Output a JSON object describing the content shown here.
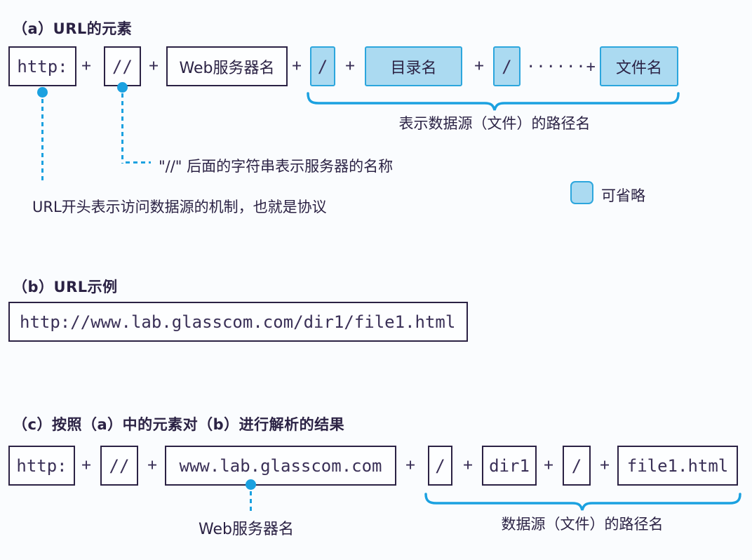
{
  "colors": {
    "background": "#fafcfe",
    "box_border": "#2b2244",
    "text": "#2b2244",
    "mono_text": "#3a3057",
    "accent_blue": "#1ba1e0",
    "optional_fill": "#abdaf1",
    "optional_border": "#2ca6dd"
  },
  "section_a": {
    "title": "（a）URL的元素",
    "plus": "+",
    "dots_plus": "······+",
    "boxes": {
      "scheme": "http:",
      "slashes": "//",
      "server": "Web服务器名",
      "slash1": "/",
      "dir": "目录名",
      "slash2": "/",
      "file": "文件名"
    },
    "path_brace_label": "表示数据源（文件）的路径名",
    "slashes_note": "\"//\" 后面的字符串表示服务器的名称",
    "scheme_note": "URL开头表示访问数据源的机制，也就是协议",
    "legend_label": "可省略"
  },
  "section_b": {
    "title": "（b）URL示例",
    "url": "http://www.lab.glasscom.com/dir1/file1.html"
  },
  "section_c": {
    "title": "（c）按照（a）中的元素对（b）进行解析的结果",
    "plus": "+",
    "boxes": {
      "scheme": "http:",
      "slashes": "//",
      "server": "www.lab.glasscom.com",
      "slash1": "/",
      "dir": "dir1",
      "slash2": "/",
      "file": "file1.html"
    },
    "server_label": "Web服务器名",
    "path_brace_label": "数据源（文件）的路径名"
  }
}
